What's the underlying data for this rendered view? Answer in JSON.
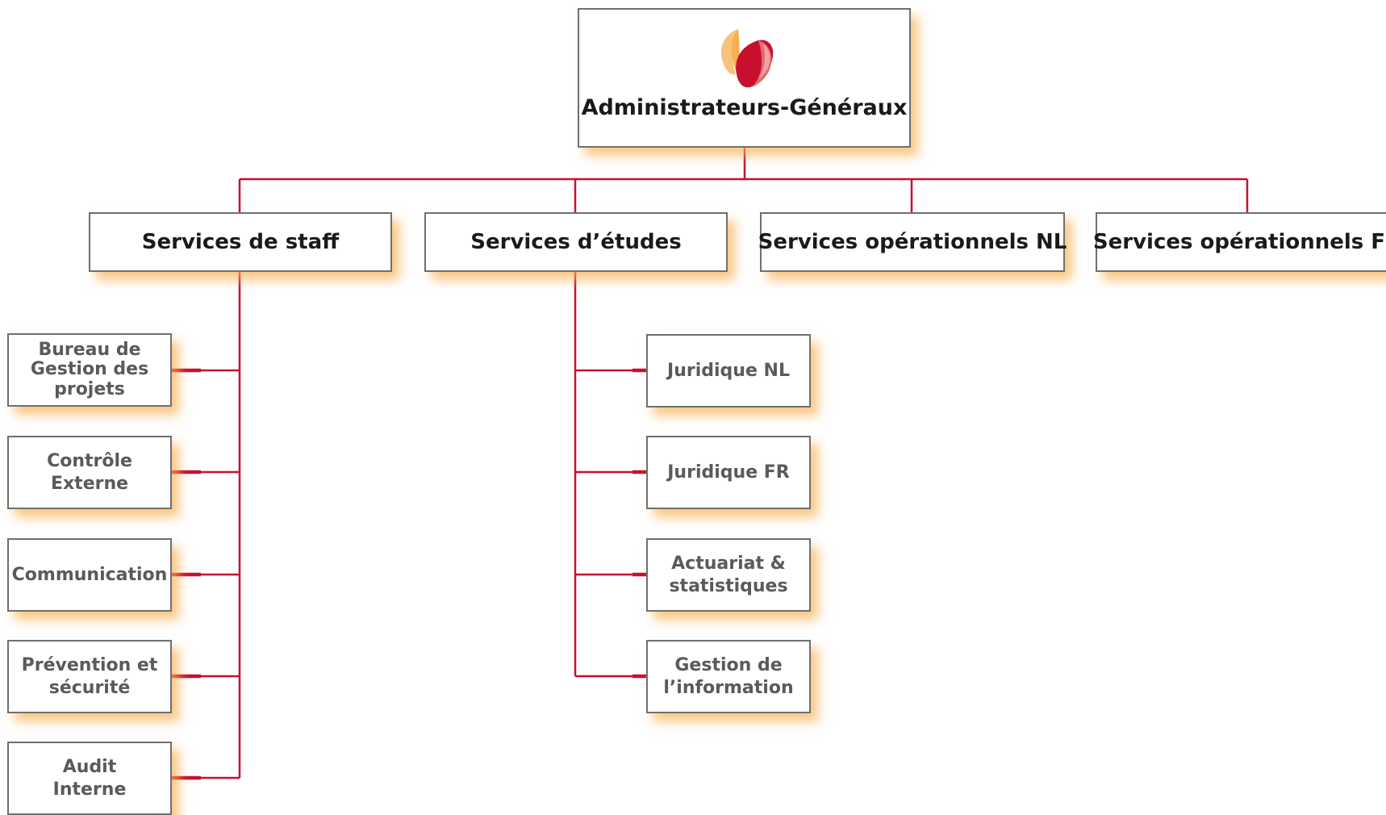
{
  "colors": {
    "connector": "#c8102e",
    "box_border": "#6f6f6f",
    "box_shadow": "#f6b052",
    "logo_red": "#c8102e",
    "logo_orange": "#f6b052"
  },
  "org_chart": {
    "logo": "flame-leaf-logo",
    "root": {
      "label": "Administrateurs-Généraux"
    },
    "divisions": [
      {
        "label": "Services de staff",
        "units": [
          {
            "label": "Bureau de\nGestion des\nprojets"
          },
          {
            "label": "Contrôle\nExterne"
          },
          {
            "label": "Communication"
          },
          {
            "label": "Prévention et\nsécurité"
          },
          {
            "label": "Audit\nInterne"
          }
        ]
      },
      {
        "label": "Services d’études",
        "units": [
          {
            "label": "Juridique NL"
          },
          {
            "label": "Juridique FR"
          },
          {
            "label": "Actuariat &\nstatistiques"
          },
          {
            "label": "Gestion de\nl’information"
          }
        ]
      },
      {
        "label": "Services opérationnels NL",
        "units": []
      },
      {
        "label": "Services opérationnels FR",
        "units": []
      }
    ]
  }
}
